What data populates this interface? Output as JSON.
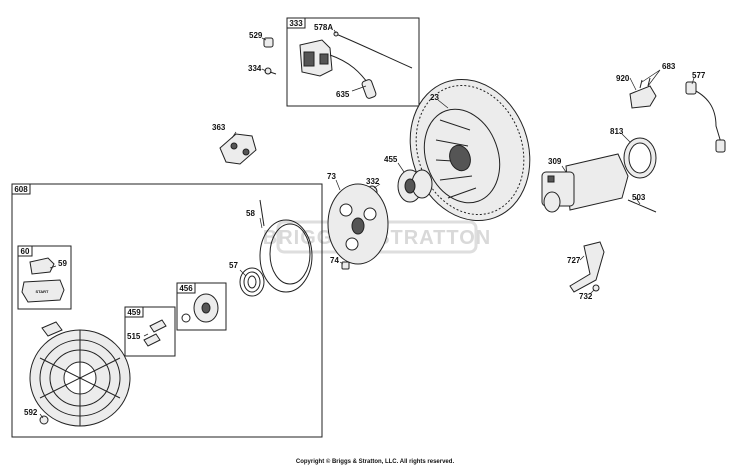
{
  "watermark": "BRIGGS & STRATTON",
  "copyright": "Copyright © Briggs & Stratton, LLC. All rights reserved.",
  "stamp_text": "START",
  "kits": {
    "k333": "333",
    "k608": "608",
    "k60": "60",
    "k456": "456",
    "k459": "459"
  },
  "labels": {
    "p529": "529",
    "p334": "334",
    "p578A": "578A",
    "p635": "635",
    "p23": "23",
    "p363": "363",
    "p455": "455",
    "p73": "73",
    "p332": "332",
    "p58": "58",
    "p57": "57",
    "p74": "74",
    "p59": "59",
    "p515": "515",
    "p592": "592",
    "p920": "920",
    "p683": "683",
    "p577": "577",
    "p813": "813",
    "p309": "309",
    "p503": "503",
    "p727": "727",
    "p732": "732"
  }
}
